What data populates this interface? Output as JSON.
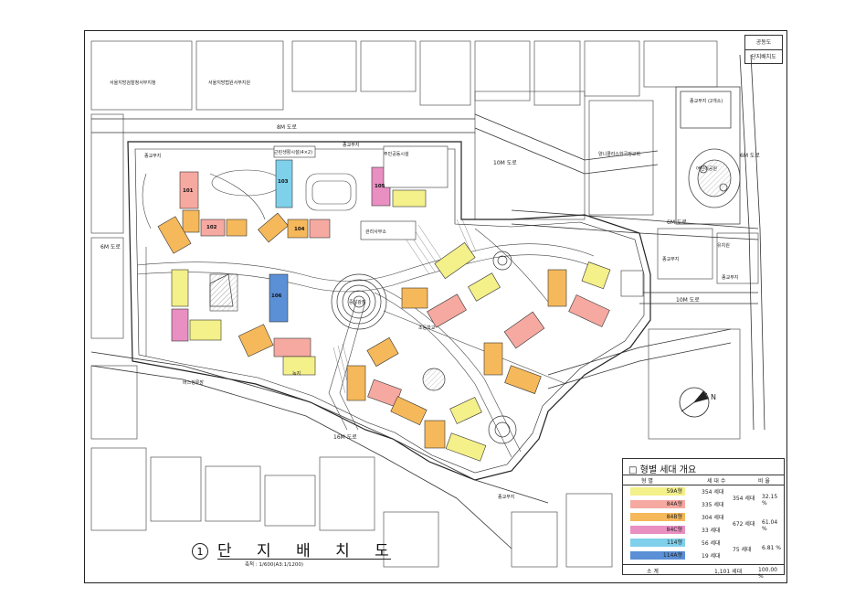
{
  "sheet": {
    "title": "단 지 배 치 도",
    "number": "1",
    "scale": "축척 : 1/600(A3:1/1200)",
    "stamp": [
      "공동도",
      "단지배치도"
    ]
  },
  "roads": {
    "north": "8M 도로",
    "east_upper": "10M 도로",
    "east_middle": "6M 도로",
    "east_lower": "10M 도로",
    "west": "6M 도로",
    "south": "16M 도로",
    "right_side": "6M 도로"
  },
  "map_labels": {
    "top_left_1": "서울지방검찰청서부지청",
    "top_left_2": "서울지방법원서부지원",
    "religious_1": "종교부지",
    "religious_2": "종교부지",
    "religious_3": "종교부지",
    "religious_4": "종교부지",
    "religious_5": "종교부지",
    "religious_right": "종교부지\n(2개소)",
    "church": "양니콜라스한국정교회",
    "park": "어린이공원",
    "kindergarten": "유치원",
    "welfare": "근린생활시설(4×2)",
    "school_site": "초등학교",
    "central_plaza": "중앙광장",
    "management": "관리사무소",
    "community": "주민공동시설",
    "green": "녹지",
    "bus": "버스정류장"
  },
  "buildings": [
    {
      "id": "101",
      "type": "59A"
    },
    {
      "id": "102",
      "type": "84A"
    },
    {
      "id": "103",
      "type": "84B"
    },
    {
      "id": "104",
      "type": "84C"
    },
    {
      "id": "105",
      "type": "114"
    },
    {
      "id": "106",
      "type": "114A"
    }
  ],
  "legend": {
    "title": "□ 형별 세대 개요",
    "headers": [
      "형 별",
      "세 대 수",
      "비 율"
    ],
    "rows": [
      {
        "type": "59A형",
        "count": "354 세대",
        "group": "354 세대",
        "pct": "32.15 %",
        "color": "#f4f08a"
      },
      {
        "type": "84A형",
        "count": "335 세대",
        "group": "",
        "pct": "",
        "color": "#f6a9a0"
      },
      {
        "type": "84B형",
        "count": "304 세대",
        "group": "672 세대",
        "pct": "61.04 %",
        "color": "#f5b85a"
      },
      {
        "type": "84C형",
        "count": "33 세대",
        "group": "",
        "pct": "",
        "color": "#e98fc2"
      },
      {
        "type": "114형",
        "count": "56 세대",
        "group": "75 세대",
        "pct": "6.81 %",
        "color": "#7fd0ea"
      },
      {
        "type": "114A형",
        "count": "19 세대",
        "group": "",
        "pct": "",
        "color": "#5b8fd6"
      }
    ],
    "total": {
      "label": "소 계",
      "count": "1,101 세대",
      "pct": "100.00 %"
    }
  },
  "colors": {
    "type_59A": "#f4f08a",
    "type_84A": "#f6a9a0",
    "type_84B": "#f5b85a",
    "type_84C": "#e98fc2",
    "type_114": "#7fd0ea",
    "type_114A": "#5b8fd6",
    "line": "#333333"
  }
}
